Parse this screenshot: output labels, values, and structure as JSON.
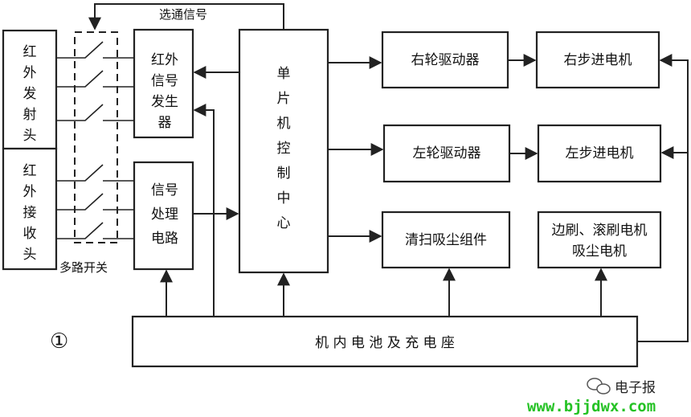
{
  "blocks": {
    "ir_emitter": [
      "红",
      "外",
      "发",
      "射",
      "头"
    ],
    "ir_receiver": [
      "红",
      "外",
      "接",
      "收",
      "头"
    ],
    "multiplexer": "多路开关",
    "signal_generator": [
      "红外",
      "信号",
      "发生",
      "器"
    ],
    "signal_processing": [
      "信号",
      "处理",
      "电路"
    ],
    "mcu": [
      "单",
      "片",
      "机",
      "控",
      "制",
      "中",
      "心"
    ],
    "right_driver": "右轮驱动器",
    "left_driver": "左轮驱动器",
    "cleaning": "清扫吸尘组件",
    "right_motor": "右步进电机",
    "left_motor": "左步进电机",
    "brush_motor": [
      "边刷、滚刷电机",
      "吸尘电机"
    ],
    "battery": "机 内 电 池 及 充 电 座"
  },
  "labels": {
    "select_signal": "选通信号",
    "figure_number": "①"
  },
  "watermark": {
    "name": "电子报",
    "url": "www.bjjdwx.com"
  }
}
